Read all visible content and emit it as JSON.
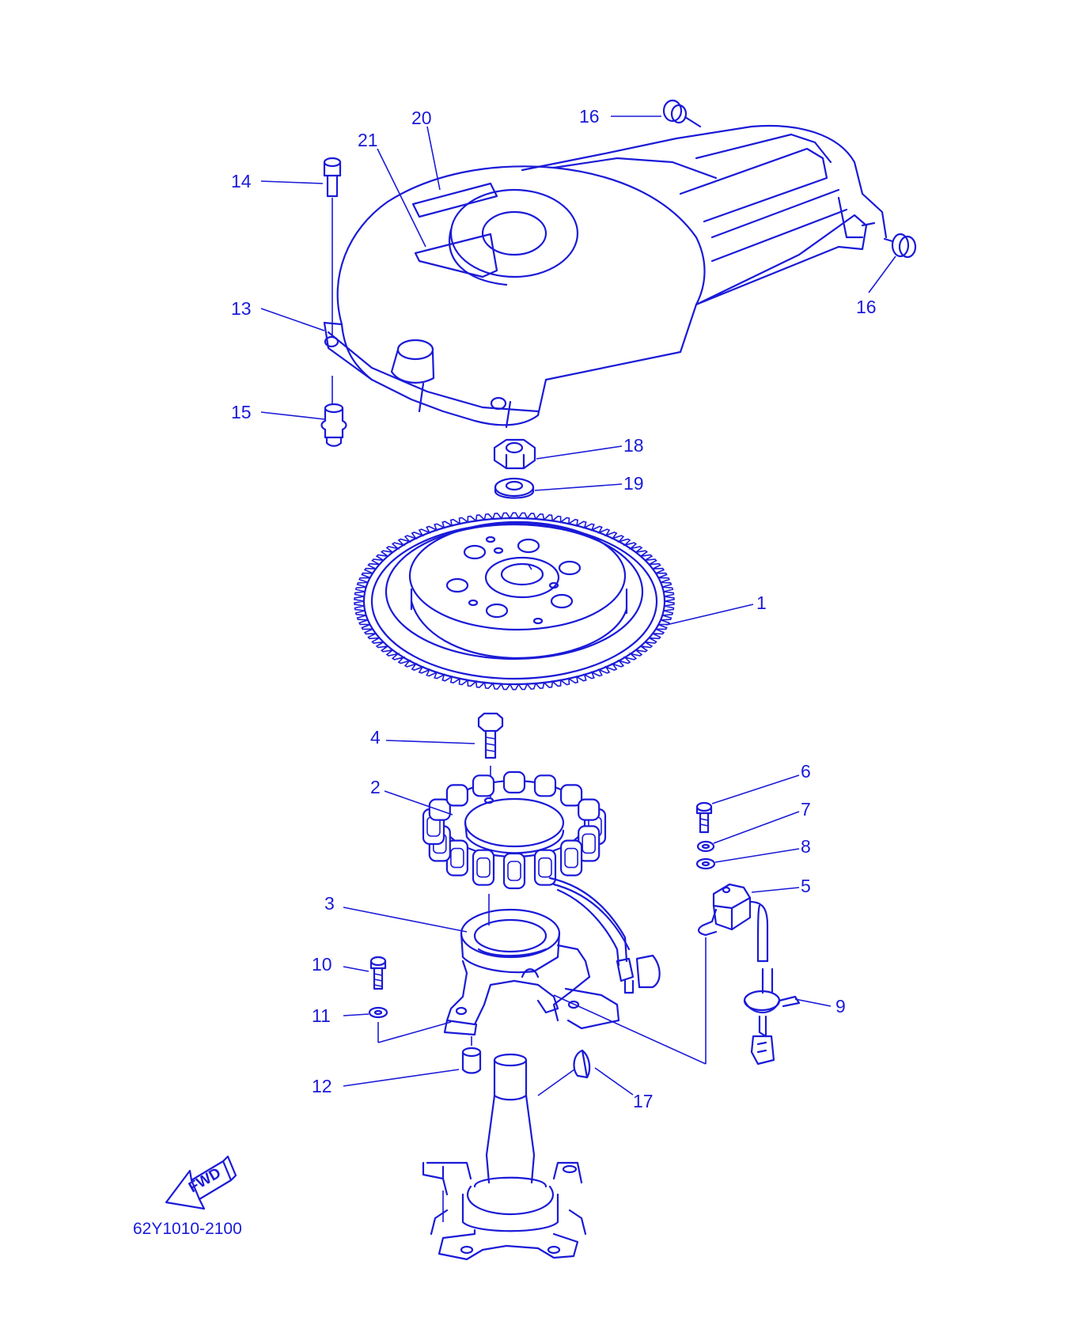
{
  "diagram": {
    "line_color": "#1a1ad8",
    "background": "#ffffff",
    "part_code": "62Y1010-2100",
    "fwd_label": "FWD",
    "callouts": [
      {
        "id": "1",
        "label": "1"
      },
      {
        "id": "2",
        "label": "2"
      },
      {
        "id": "3",
        "label": "3"
      },
      {
        "id": "4",
        "label": "4"
      },
      {
        "id": "5",
        "label": "5"
      },
      {
        "id": "6",
        "label": "6"
      },
      {
        "id": "7",
        "label": "7"
      },
      {
        "id": "8",
        "label": "8"
      },
      {
        "id": "9",
        "label": "9"
      },
      {
        "id": "10",
        "label": "10"
      },
      {
        "id": "11",
        "label": "11"
      },
      {
        "id": "12",
        "label": "12"
      },
      {
        "id": "13",
        "label": "13"
      },
      {
        "id": "14",
        "label": "14"
      },
      {
        "id": "15",
        "label": "15"
      },
      {
        "id": "16a",
        "label": "16"
      },
      {
        "id": "16b",
        "label": "16"
      },
      {
        "id": "17",
        "label": "17"
      },
      {
        "id": "18",
        "label": "18"
      },
      {
        "id": "19",
        "label": "19"
      },
      {
        "id": "20",
        "label": "20"
      },
      {
        "id": "21",
        "label": "21"
      }
    ]
  }
}
